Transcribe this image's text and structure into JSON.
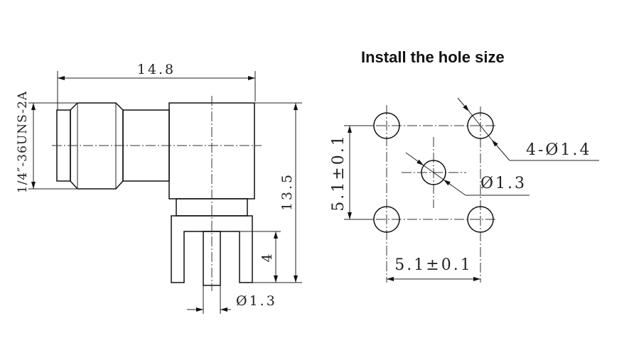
{
  "title": "Install the hole size",
  "side_view": {
    "overall_length": "14.8",
    "thread_spec": "1/4″-36UNS-2A",
    "overall_height": "13.5",
    "pin_length": "4",
    "pin_diameter": "Ø1.3"
  },
  "hole_layout": {
    "outer_holes": "4-Ø1.4",
    "center_hole": "Ø1.3",
    "vertical_spacing": "5.1±0.1",
    "horizontal_spacing": "5.1±0.1"
  }
}
